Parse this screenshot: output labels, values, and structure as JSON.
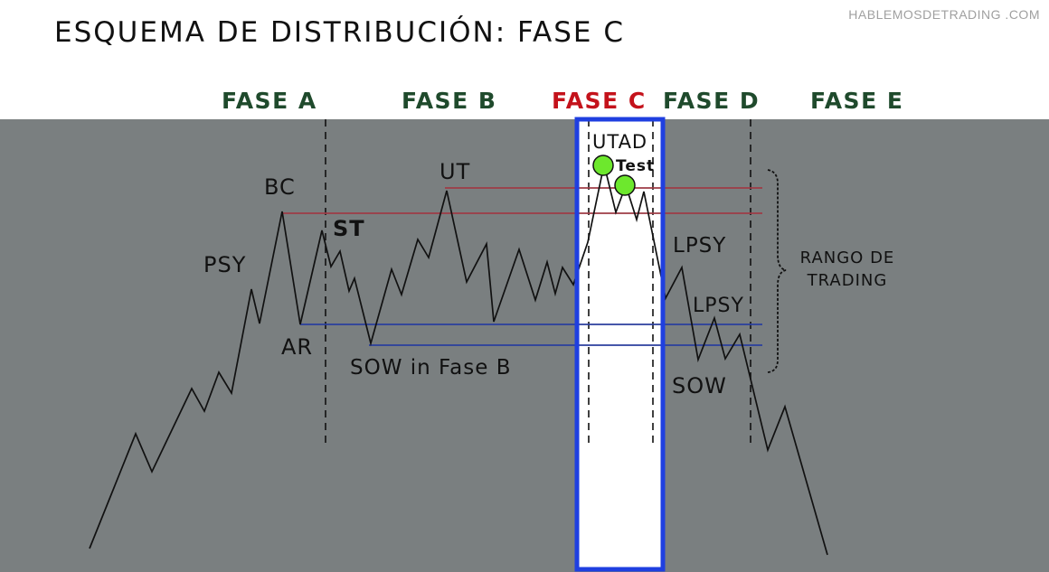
{
  "title": "ESQUEMA DE DISTRIBUCIÓN: FASE C",
  "watermark": "HABLEMOSDETRADING .COM",
  "phases": [
    {
      "label": "FASE A",
      "active": false
    },
    {
      "label": "FASE B",
      "active": false
    },
    {
      "label": "FASE C",
      "active": true
    },
    {
      "label": "FASE D",
      "active": false
    },
    {
      "label": "FASE E",
      "active": false
    }
  ],
  "events": {
    "psy": "PSY",
    "bc": "BC",
    "ar": "AR",
    "st": "ST",
    "ut": "UT",
    "sow_fase_b": "SOW in Fase B",
    "utad": "UTAD",
    "test": "Test",
    "lpsy_1": "LPSY",
    "lpsy_2": "LPSY",
    "sow": "SOW"
  },
  "range_label": [
    "RANGO DE",
    "TRADING"
  ],
  "colors": {
    "chart_background": "#7a7f80",
    "price_line": "#111111",
    "resistance_lines": "#9e3b46",
    "support_lines": "#2b3f9e",
    "highlight_border": "#1f3fe0",
    "event_markers": "#6de82d",
    "active_phase": "#c4121b",
    "phase_labels": "#1f4a2c"
  }
}
